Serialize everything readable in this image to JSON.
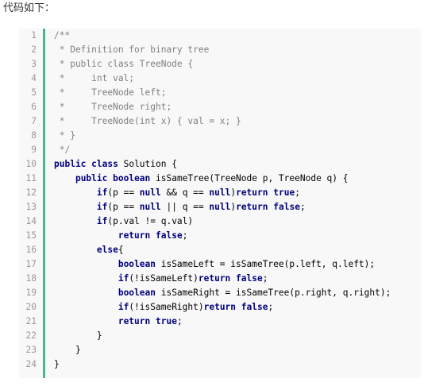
{
  "intro_text": "代码如下：",
  "code_lines": [
    [
      {
        "t": "/**",
        "c": "cm"
      }
    ],
    [
      {
        "t": " * Definition for binary tree",
        "c": "cm"
      }
    ],
    [
      {
        "t": " * public class TreeNode {",
        "c": "cm"
      }
    ],
    [
      {
        "t": " *     int val;",
        "c": "cm"
      }
    ],
    [
      {
        "t": " *     TreeNode left;",
        "c": "cm"
      }
    ],
    [
      {
        "t": " *     TreeNode right;",
        "c": "cm"
      }
    ],
    [
      {
        "t": " *     TreeNode(int x) { val = x; }",
        "c": "cm"
      }
    ],
    [
      {
        "t": " * }",
        "c": "cm"
      }
    ],
    [
      {
        "t": " */",
        "c": "cm"
      }
    ],
    [
      {
        "t": "public",
        "c": "kw"
      },
      {
        "t": " ",
        "c": "tx"
      },
      {
        "t": "class",
        "c": "kw"
      },
      {
        "t": " Solution {",
        "c": "tx"
      }
    ],
    [
      {
        "t": "    ",
        "c": "tx"
      },
      {
        "t": "public",
        "c": "kw"
      },
      {
        "t": " ",
        "c": "tx"
      },
      {
        "t": "boolean",
        "c": "kw"
      },
      {
        "t": " isSameTree(TreeNode p, TreeNode q) {",
        "c": "tx"
      }
    ],
    [
      {
        "t": "        ",
        "c": "tx"
      },
      {
        "t": "if",
        "c": "kw"
      },
      {
        "t": "(p == ",
        "c": "tx"
      },
      {
        "t": "null",
        "c": "kw"
      },
      {
        "t": " && q == ",
        "c": "tx"
      },
      {
        "t": "null",
        "c": "kw"
      },
      {
        "t": ")",
        "c": "tx"
      },
      {
        "t": "return",
        "c": "kw"
      },
      {
        "t": " ",
        "c": "tx"
      },
      {
        "t": "true",
        "c": "kw"
      },
      {
        "t": ";",
        "c": "tx"
      }
    ],
    [
      {
        "t": "        ",
        "c": "tx"
      },
      {
        "t": "if",
        "c": "kw"
      },
      {
        "t": "(p == ",
        "c": "tx"
      },
      {
        "t": "null",
        "c": "kw"
      },
      {
        "t": " || q == ",
        "c": "tx"
      },
      {
        "t": "null",
        "c": "kw"
      },
      {
        "t": ")",
        "c": "tx"
      },
      {
        "t": "return",
        "c": "kw"
      },
      {
        "t": " ",
        "c": "tx"
      },
      {
        "t": "false",
        "c": "kw"
      },
      {
        "t": ";",
        "c": "tx"
      }
    ],
    [
      {
        "t": "        ",
        "c": "tx"
      },
      {
        "t": "if",
        "c": "kw"
      },
      {
        "t": "(p.val != q.val)",
        "c": "tx"
      }
    ],
    [
      {
        "t": "            ",
        "c": "tx"
      },
      {
        "t": "return",
        "c": "kw"
      },
      {
        "t": " ",
        "c": "tx"
      },
      {
        "t": "false",
        "c": "kw"
      },
      {
        "t": ";",
        "c": "tx"
      }
    ],
    [
      {
        "t": "        ",
        "c": "tx"
      },
      {
        "t": "else",
        "c": "kw"
      },
      {
        "t": "{",
        "c": "tx"
      }
    ],
    [
      {
        "t": "            ",
        "c": "tx"
      },
      {
        "t": "boolean",
        "c": "kw"
      },
      {
        "t": " isSameLeft = isSameTree(p.left, q.left);",
        "c": "tx"
      }
    ],
    [
      {
        "t": "            ",
        "c": "tx"
      },
      {
        "t": "if",
        "c": "kw"
      },
      {
        "t": "(!isSameLeft)",
        "c": "tx"
      },
      {
        "t": "return",
        "c": "kw"
      },
      {
        "t": " ",
        "c": "tx"
      },
      {
        "t": "false",
        "c": "kw"
      },
      {
        "t": ";",
        "c": "tx"
      }
    ],
    [
      {
        "t": "            ",
        "c": "tx"
      },
      {
        "t": "boolean",
        "c": "kw"
      },
      {
        "t": " isSameRight = isSameTree(p.right, q.right);",
        "c": "tx"
      }
    ],
    [
      {
        "t": "            ",
        "c": "tx"
      },
      {
        "t": "if",
        "c": "kw"
      },
      {
        "t": "(!isSameRight)",
        "c": "tx"
      },
      {
        "t": "return",
        "c": "kw"
      },
      {
        "t": " ",
        "c": "tx"
      },
      {
        "t": "false",
        "c": "kw"
      },
      {
        "t": ";",
        "c": "tx"
      }
    ],
    [
      {
        "t": "            ",
        "c": "tx"
      },
      {
        "t": "return",
        "c": "kw"
      },
      {
        "t": " ",
        "c": "tx"
      },
      {
        "t": "true",
        "c": "kw"
      },
      {
        "t": ";",
        "c": "tx"
      }
    ],
    [
      {
        "t": "        }",
        "c": "tx"
      }
    ],
    [
      {
        "t": "    }",
        "c": "tx"
      }
    ],
    [
      {
        "t": "}",
        "c": "tx"
      }
    ]
  ],
  "colors": {
    "keyword": "#00007f",
    "comment": "#808080",
    "text": "#000000",
    "line_number": "#999999",
    "gutter_bar": "#4cb58e",
    "code_bg": "#f8f8f8"
  }
}
